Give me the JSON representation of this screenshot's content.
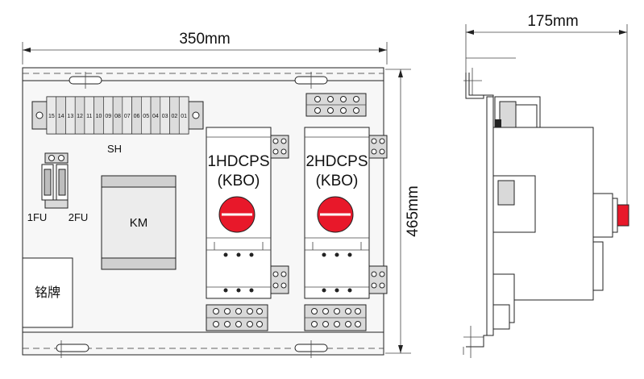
{
  "dimensions": {
    "width_label": "350mm",
    "height_label": "465mm",
    "depth_label": "175mm"
  },
  "terminal_block_sh": {
    "label": "SH",
    "numbers": [
      "15",
      "14",
      "13",
      "12",
      "11",
      "10",
      "09",
      "08",
      "07",
      "06",
      "05",
      "04",
      "03",
      "02",
      "01"
    ]
  },
  "fuses": {
    "left_label": "1FU",
    "right_label": "2FU"
  },
  "contactor": {
    "label": "KM"
  },
  "nameplate": {
    "label": "铭牌"
  },
  "switches": [
    {
      "name": "1HDCPS",
      "sub": "(KBO)"
    },
    {
      "name": "2HDCPS",
      "sub": "(KBO)"
    }
  ],
  "colors": {
    "knob": "#e8182a",
    "panel_fill": "#f7f7f7",
    "terminal_fill": "#d9d9d9"
  }
}
